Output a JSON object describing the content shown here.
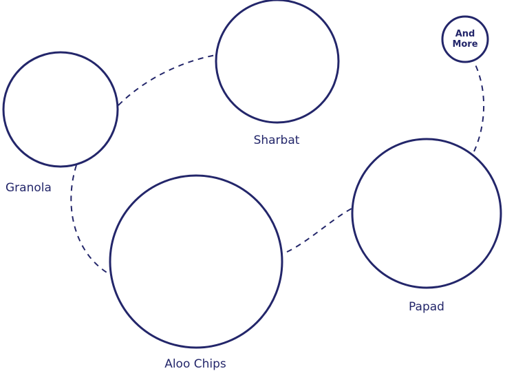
{
  "diagram": {
    "colors": {
      "stroke": "#23266a",
      "fill": "#ffffff",
      "text": "#23266a"
    },
    "nodes": [
      {
        "id": "granola",
        "label": "Granola"
      },
      {
        "id": "sharbat",
        "label": "Sharbat"
      },
      {
        "id": "aloo-chips",
        "label": "Aloo Chips"
      },
      {
        "id": "papad",
        "label": "Papad"
      },
      {
        "id": "and-more",
        "label_line1": "And",
        "label_line2": "More"
      }
    ],
    "connections": [
      {
        "from": "granola",
        "to": "sharbat"
      },
      {
        "from": "granola",
        "to": "aloo-chips"
      },
      {
        "from": "aloo-chips",
        "to": "papad"
      },
      {
        "from": "papad",
        "to": "and-more"
      }
    ]
  }
}
